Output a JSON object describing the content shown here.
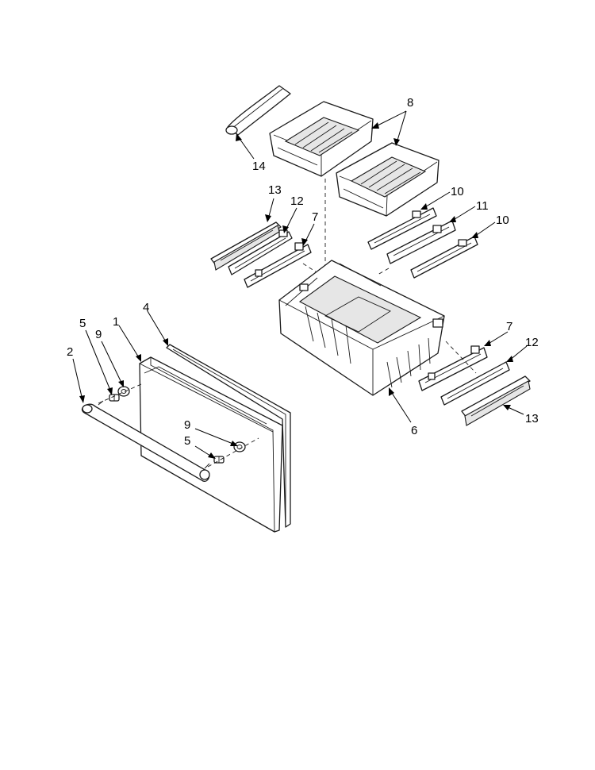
{
  "callouts": [
    {
      "id": "c-1",
      "label": "1"
    },
    {
      "id": "c-2",
      "label": "2"
    },
    {
      "id": "c-4",
      "label": "4"
    },
    {
      "id": "c-5a",
      "label": "5"
    },
    {
      "id": "c-5b",
      "label": "5"
    },
    {
      "id": "c-6",
      "label": "6"
    },
    {
      "id": "c-7a",
      "label": "7"
    },
    {
      "id": "c-7b",
      "label": "7"
    },
    {
      "id": "c-8",
      "label": "8"
    },
    {
      "id": "c-9a",
      "label": "9"
    },
    {
      "id": "c-9b",
      "label": "9"
    },
    {
      "id": "c-10a",
      "label": "10"
    },
    {
      "id": "c-10b",
      "label": "10"
    },
    {
      "id": "c-11",
      "label": "11"
    },
    {
      "id": "c-12a",
      "label": "12"
    },
    {
      "id": "c-12b",
      "label": "12"
    },
    {
      "id": "c-13a",
      "label": "13"
    },
    {
      "id": "c-13b",
      "label": "13"
    },
    {
      "id": "c-14",
      "label": "14"
    }
  ]
}
